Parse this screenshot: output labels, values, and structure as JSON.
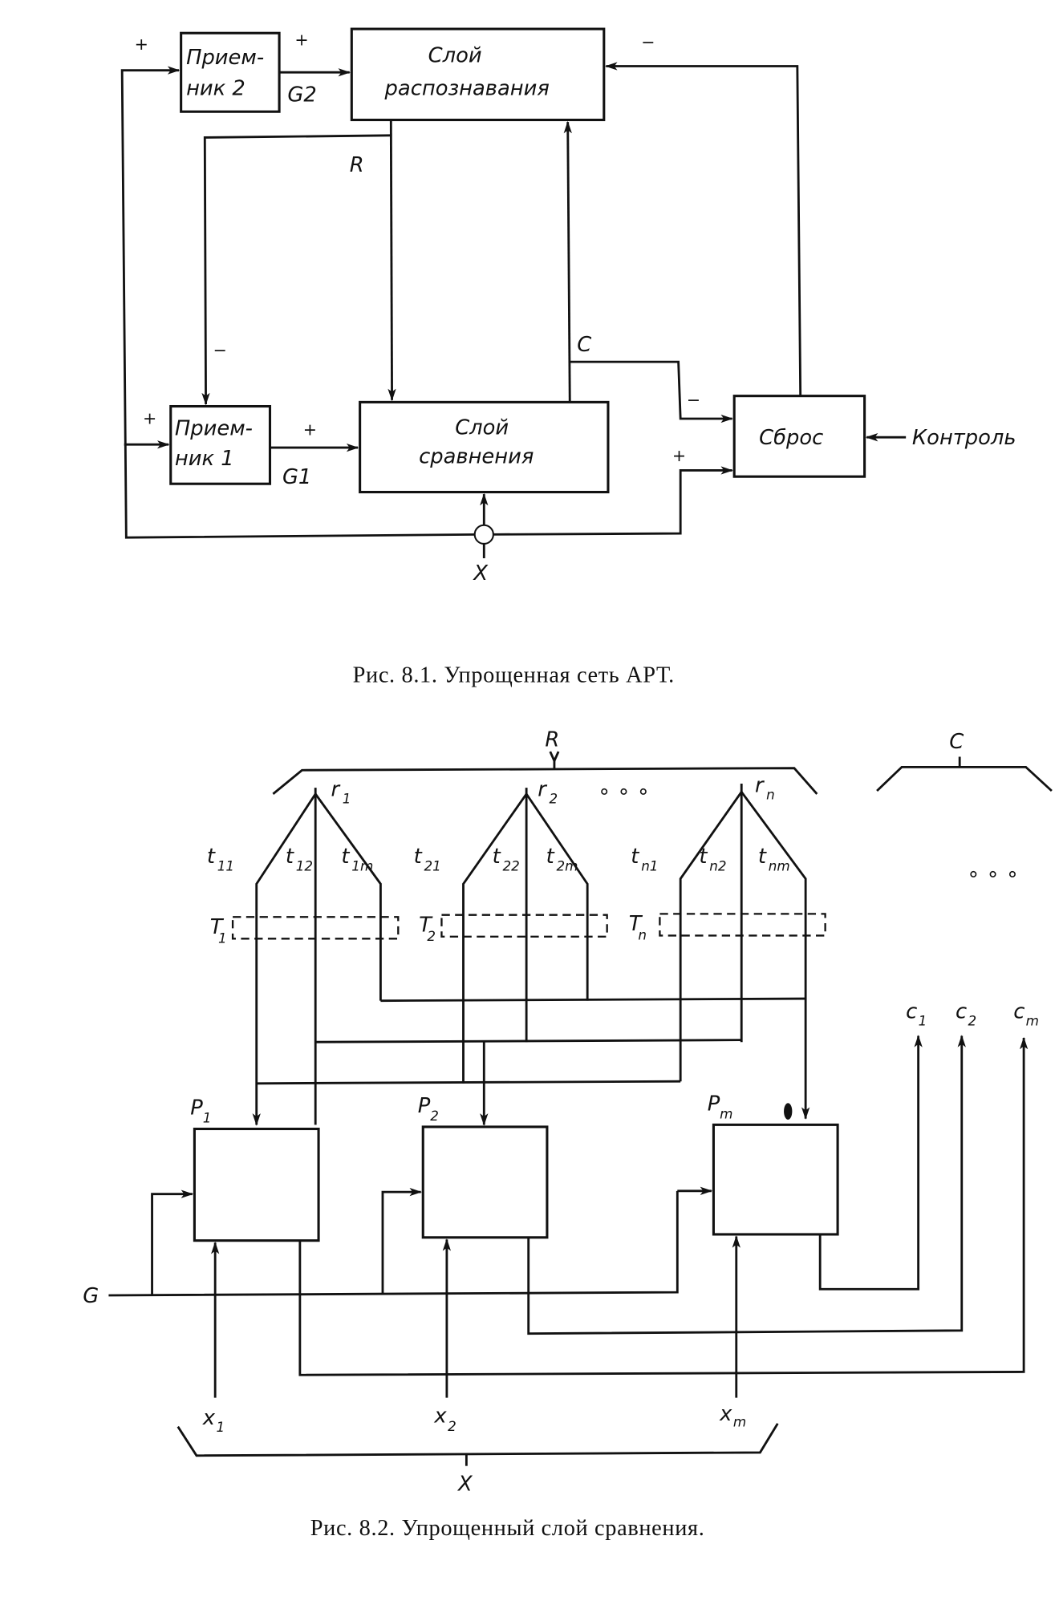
{
  "figure1": {
    "caption": "Рис. 8.1.  Упрощенная  сеть  АРТ.",
    "blocks": {
      "receiver2": [
        "Прием-",
        "ник 2"
      ],
      "recognition_layer": [
        "Слой",
        "распознавания"
      ],
      "receiver1": [
        "Прием-",
        "ник 1"
      ],
      "comparison_layer": [
        "Слой",
        "сравнения"
      ],
      "reset": "Сброс"
    },
    "signals": {
      "g2": "G2",
      "g1": "G1",
      "r": "R",
      "c": "C",
      "x": "X",
      "control": "Контроль"
    },
    "signs": {
      "plus": "+",
      "minus": "−"
    }
  },
  "figure2": {
    "caption": "Рис. 8.2.  Упрощенный  слой  сравнения.",
    "bus_labels": {
      "r": "R",
      "c": "C",
      "x": "X",
      "g": "G"
    },
    "r_outputs": [
      {
        "base": "r",
        "sub": "1"
      },
      {
        "base": "r",
        "sub": "2"
      },
      {
        "base": "r",
        "sub": "n"
      }
    ],
    "weights": [
      {
        "base": "t",
        "sub": "11"
      },
      {
        "base": "t",
        "sub": "12"
      },
      {
        "base": "t",
        "sub": "1m"
      },
      {
        "base": "t",
        "sub": "21"
      },
      {
        "base": "t",
        "sub": "22"
      },
      {
        "base": "t",
        "sub": "2m"
      },
      {
        "base": "t",
        "sub": "n1"
      },
      {
        "base": "t",
        "sub": "n2"
      },
      {
        "base": "t",
        "sub": "nm"
      }
    ],
    "weight_groups": [
      {
        "base": "T",
        "sub": "1"
      },
      {
        "base": "T",
        "sub": "2"
      },
      {
        "base": "T",
        "sub": "n"
      }
    ],
    "neurons": [
      {
        "base": "P",
        "sub": "1"
      },
      {
        "base": "P",
        "sub": "2"
      },
      {
        "base": "P",
        "sub": "m"
      }
    ],
    "c_outputs": [
      {
        "base": "c",
        "sub": "1"
      },
      {
        "base": "c",
        "sub": "2"
      },
      {
        "base": "c",
        "sub": "m"
      }
    ],
    "x_inputs": [
      {
        "base": "x",
        "sub": "1"
      },
      {
        "base": "x",
        "sub": "2"
      },
      {
        "base": "x",
        "sub": "m"
      }
    ],
    "ellipsis": "∘ ∘ ∘"
  }
}
